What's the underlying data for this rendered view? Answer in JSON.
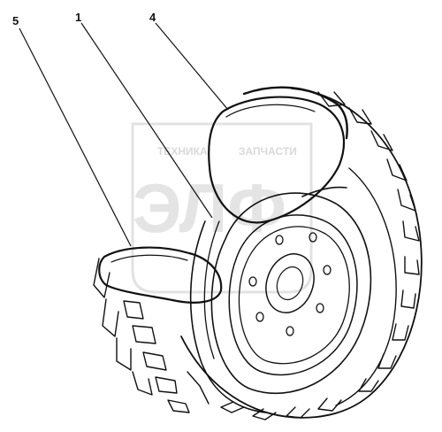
{
  "callouts": [
    {
      "label": "5"
    },
    {
      "label": "1"
    },
    {
      "label": "4"
    }
  ],
  "watermark": {
    "top_text": "ТЕХНИКА",
    "top_text_2": "ЗАПЧАСТИ",
    "big_text": "ЭЛФ"
  },
  "colors": {
    "line": "#111111",
    "watermark": "#dedede"
  }
}
